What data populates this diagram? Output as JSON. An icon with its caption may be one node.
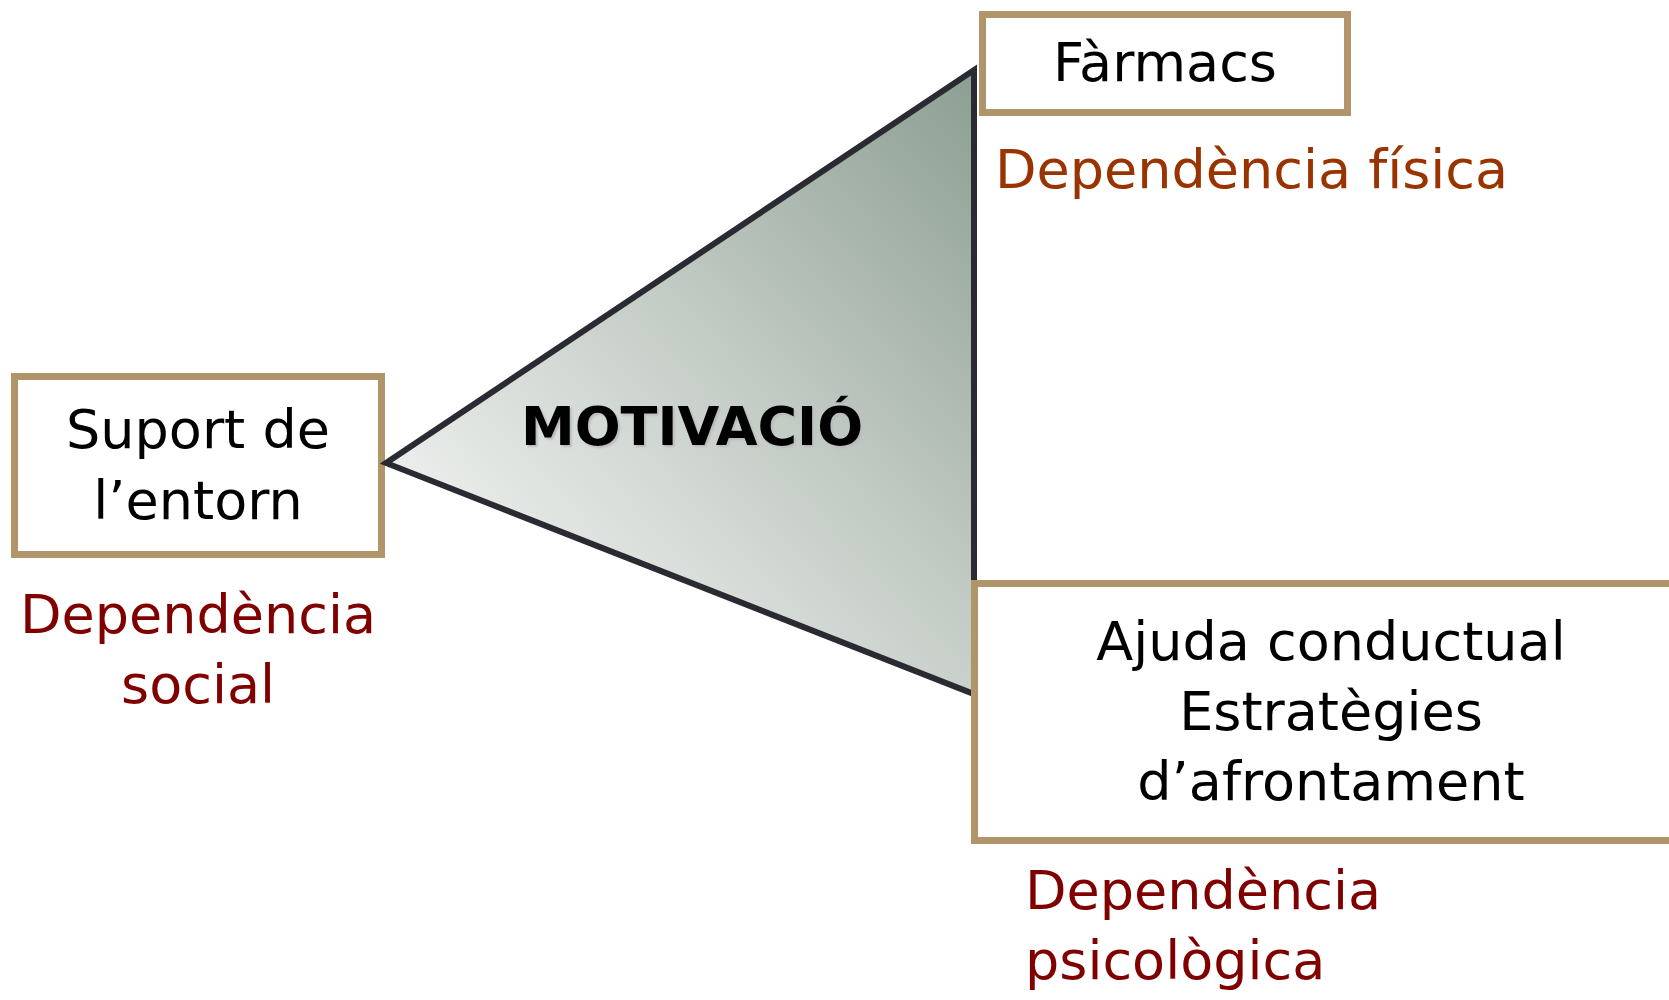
{
  "diagram": {
    "nodes": [
      {
        "text": [
          "Fàrmacs"
        ],
        "beside": [
          "Dependència física"
        ]
      },
      {
        "text": [
          "Suport de l’entorn"
        ],
        "beside": [
          "Dependència social"
        ]
      },
      {
        "text": [
          "MOTIVACIÓ"
        ]
      },
      {
        "text": [
          "Ajuda conductual",
          "Estratègies d’afrontament"
        ],
        "beside": [
          "Dependència psicològica"
        ]
      }
    ]
  }
}
